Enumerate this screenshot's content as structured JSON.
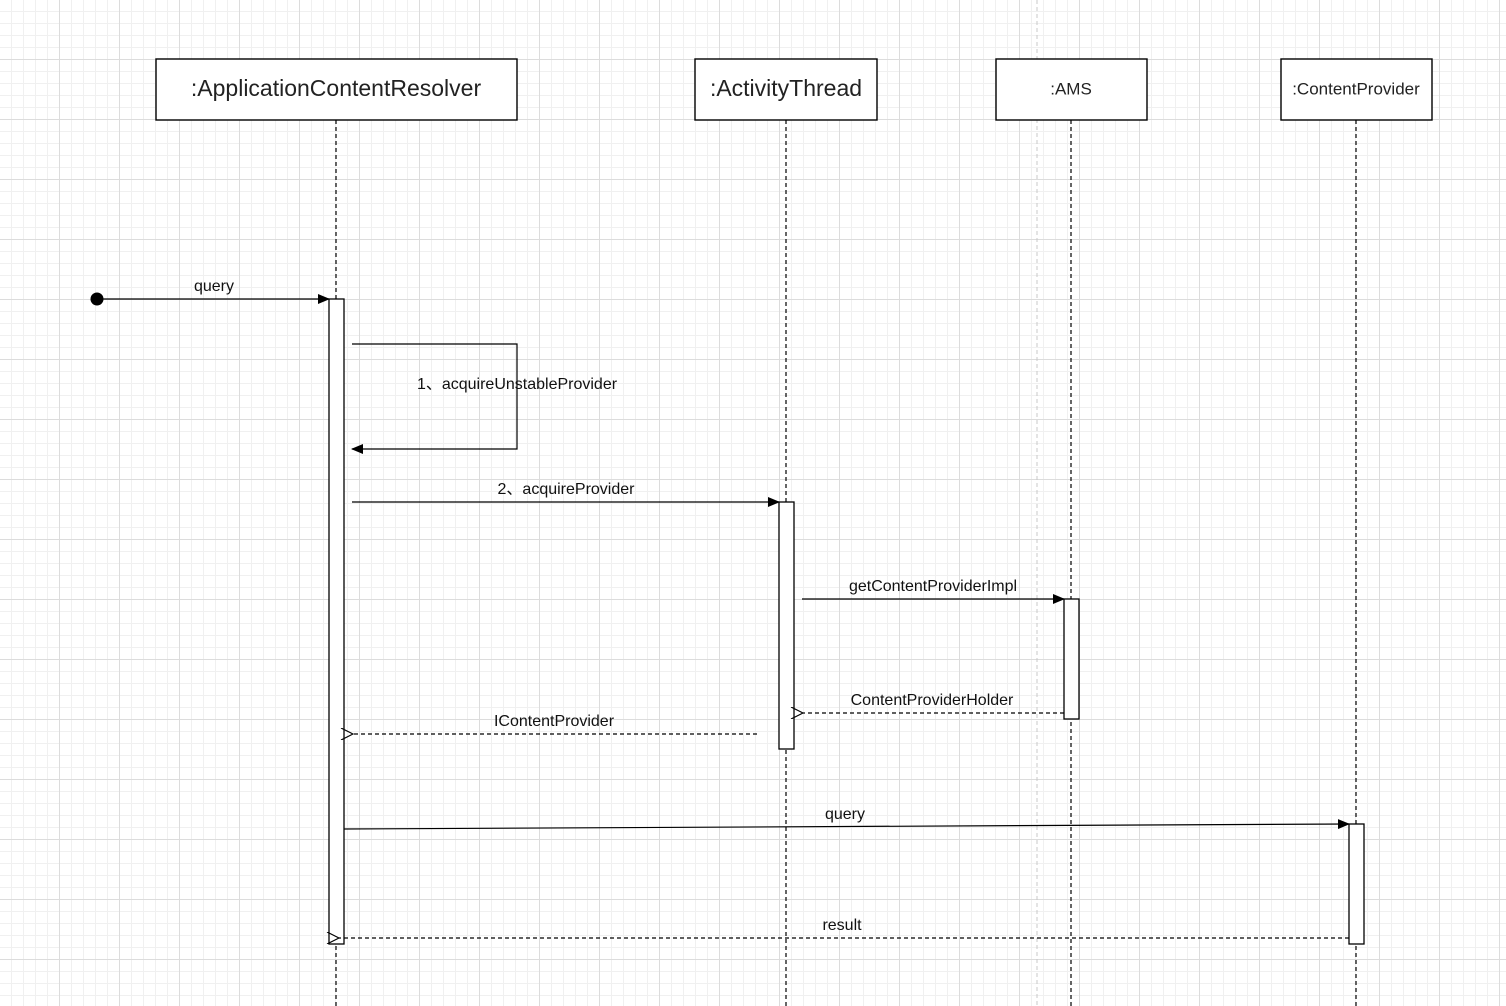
{
  "participants": [
    {
      "id": "acr",
      "name": ":ApplicationContentResolver"
    },
    {
      "id": "at",
      "name": ":ActivityThread"
    },
    {
      "id": "ams",
      "name": ":AMS"
    },
    {
      "id": "cp",
      "name": ":ContentProvider"
    }
  ],
  "messages": [
    {
      "id": "query_in",
      "label": "query",
      "from": "start",
      "to": "acr",
      "style": "solid"
    },
    {
      "id": "acquire_unstable",
      "label": "1、acquireUnstableProvider",
      "from": "acr",
      "to": "acr",
      "style": "solid"
    },
    {
      "id": "acquire_provider",
      "label": "2、acquireProvider",
      "from": "acr",
      "to": "at",
      "style": "solid"
    },
    {
      "id": "get_impl",
      "label": "getContentProviderImpl",
      "from": "at",
      "to": "ams",
      "style": "solid"
    },
    {
      "id": "holder_ret",
      "label": "ContentProviderHolder",
      "from": "ams",
      "to": "at",
      "style": "dashed"
    },
    {
      "id": "icp_ret",
      "label": "IContentProvider",
      "from": "at",
      "to": "acr",
      "style": "dashed"
    },
    {
      "id": "query_cp",
      "label": "query",
      "from": "acr",
      "to": "cp",
      "style": "solid"
    },
    {
      "id": "result_ret",
      "label": "result",
      "from": "cp",
      "to": "acr",
      "style": "dashed"
    }
  ]
}
